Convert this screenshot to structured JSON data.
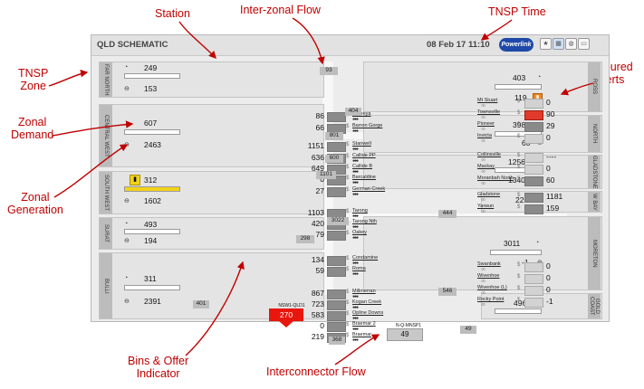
{
  "annotations": {
    "station": "Station",
    "inter_zonal_flow": "Inter-zonal Flow",
    "tnsp_time": "TNSP Time",
    "tnsp_zone": "TNSP\nZone",
    "coloured_alerts": "Coloured\nAlerts",
    "zonal_demand": "Zonal\nDemand",
    "zonal_generation": "Zonal\nGeneration",
    "bins_offer": "Bins & Offer\nIndicator",
    "interconnector_flow": "Interconnector Flow"
  },
  "window": {
    "title": "QLD SCHEMATIC",
    "time": "08 Feb 17 11:10",
    "logo": "Powerlink",
    "buttons": [
      "star-icon",
      "grid-icon",
      "globe-icon",
      "comment-icon"
    ]
  },
  "left_zones": [
    {
      "name": "FAR NORTH",
      "demand": "249",
      "generation": "153"
    },
    {
      "name": "CENTRAL WEST",
      "demand": "607",
      "generation": "2463"
    },
    {
      "name": "SOUTH WEST",
      "demand": "312",
      "generation": "1602"
    },
    {
      "name": "SURAT",
      "demand": "493",
      "generation": "194"
    },
    {
      "name": "BULLI",
      "demand": "311",
      "generation": "2391"
    }
  ],
  "right_zones": [
    {
      "name": "ROSS",
      "demand": "403",
      "generation": "119"
    },
    {
      "name": "NORTH",
      "demand": "398",
      "generation": "60"
    },
    {
      "name": "GLADSTONE",
      "demand": "1256",
      "generation": "1340"
    },
    {
      "name": "W BAY",
      "demand": "229",
      "generation": ""
    },
    {
      "name": "MORETON",
      "demand": "3011",
      "generation": "-1"
    },
    {
      "name": "GOLD COAST",
      "demand": "496",
      "generation": ""
    }
  ],
  "left_stations": [
    {
      "value": "86",
      "name": "Kareeya"
    },
    {
      "value": "66",
      "name": "Barron Gorge"
    },
    {
      "value": "1151",
      "name": "Stanwell"
    },
    {
      "value": "636",
      "name": "Callide PP"
    },
    {
      "value": "649",
      "name": "Callide B"
    },
    {
      "value": "0",
      "name": "Barcaldine"
    },
    {
      "value": "27",
      "name": "German Creek"
    },
    {
      "value": "1103",
      "name": "Tarong"
    },
    {
      "value": "420",
      "name": "Tarong Nth"
    },
    {
      "value": "79",
      "name": "Oakey"
    },
    {
      "value": "134",
      "name": "Condamine"
    },
    {
      "value": "59",
      "name": "Roma"
    },
    {
      "value": "867",
      "name": "Millmerran"
    },
    {
      "value": "723",
      "name": "Kogan Creek"
    },
    {
      "value": "583",
      "name": "Opline Downs"
    },
    {
      "value": "0",
      "name": "Braemar 2"
    },
    {
      "value": "219",
      "name": "Braemar"
    }
  ],
  "right_stations": [
    {
      "value": "0",
      "name": "Mt Stuart"
    },
    {
      "value": "90",
      "name": "Townsville"
    },
    {
      "value": "29",
      "name": "Pioneer"
    },
    {
      "value": "0",
      "name": "Invicta"
    },
    {
      "value": "----",
      "name": "Collinsville"
    },
    {
      "value": "0",
      "name": "Mackay"
    },
    {
      "value": "60",
      "name": "Moranbah North"
    },
    {
      "value": "1181",
      "name": "Gladstone"
    },
    {
      "value": "159",
      "name": "Yarwun"
    },
    {
      "value": "0",
      "name": "Swanbank"
    },
    {
      "value": "0",
      "name": "Wivenhoe"
    },
    {
      "value": "0",
      "name": "Wivenhoe (L)"
    },
    {
      "value": "-1",
      "name": "Rocky Point"
    }
  ],
  "flows": [
    "93",
    "404",
    "801",
    "600",
    "1101",
    "3022",
    "298",
    "444",
    "546",
    "401",
    "368",
    "49"
  ],
  "interconnectors": [
    {
      "name": "NSW1-QLD1",
      "value": "270",
      "color": "#e8160c"
    },
    {
      "name": "N-Q-MNSP1",
      "value": "49",
      "color": "#c8c8c8"
    }
  ],
  "colors": {
    "alert": "#e8160c",
    "alert_orange": "#f08a24",
    "annotation": "#c00000",
    "logo": "#1f49a8"
  }
}
